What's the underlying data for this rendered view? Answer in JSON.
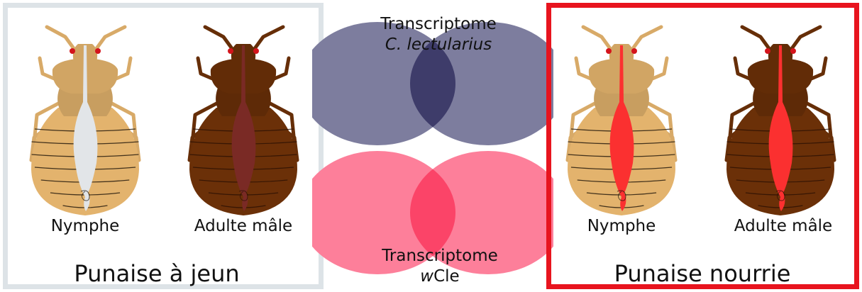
{
  "left_panel": {
    "title": "Punaise à jeun",
    "bugs": [
      {
        "label": "Nymphe",
        "body_color": "#e3b36d",
        "gut_color": "#e2e5e8",
        "segment_color": "#1a1208"
      },
      {
        "label": "Adulte mâle",
        "body_color": "#6b3008",
        "gut_color": "#7a2a25",
        "segment_color": "#2a1004"
      }
    ],
    "border_color": "#dde3e7"
  },
  "right_panel": {
    "title": "Punaise nourrie",
    "bugs": [
      {
        "label": "Nymphe",
        "body_color": "#e3b36d",
        "gut_color": "#fb3030",
        "segment_color": "#1a1208"
      },
      {
        "label": "Adulte mâle",
        "body_color": "#6b3008",
        "gut_color": "#fb3030",
        "segment_color": "#2a1004"
      }
    ],
    "border_color": "#e8141e"
  },
  "venn_top": {
    "line1": "Transcriptome",
    "line2": "C. lectularius",
    "circle_color": "#7d7d9e",
    "overlap_color": "#3e3c6a"
  },
  "venn_bottom": {
    "line1": "Transcriptome",
    "line2_prefix": "w",
    "line2_suffix": "Cle",
    "circle_color": "#fd7f9a",
    "overlap_color": "#fb4468"
  }
}
